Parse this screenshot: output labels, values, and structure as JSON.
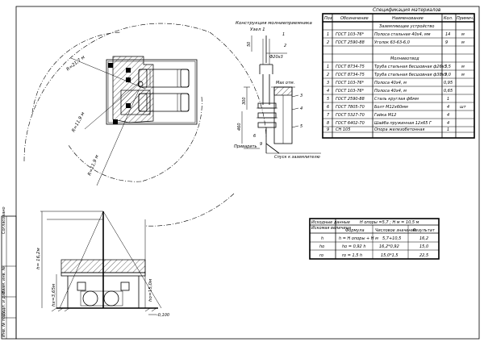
{
  "spec": {
    "title": "Спецификация материалов",
    "headers": [
      "Поз.",
      "Обозначение",
      "Наименование",
      "Кол.",
      "Примеч."
    ],
    "section1": "Заземляющее устройство",
    "rows1": [
      {
        "pos": "1",
        "code": "ГОСТ 103-76*",
        "name": "Полоса стальная 40х4, мм",
        "qty": "14",
        "note": "м"
      },
      {
        "pos": "2",
        "code": "ГОСТ 2590-88",
        "name": "Уголок 63-63-6,0",
        "qty": "9",
        "note": "м"
      }
    ],
    "section2": "Молниеотвод",
    "rows2": [
      {
        "pos": "1",
        "code": "ГОСТ 8734-75",
        "name": "Труба стальная бесшовная ф26х3",
        "qty": "5,5",
        "note": "м"
      },
      {
        "pos": "2",
        "code": "ГОСТ 8734-75",
        "name": "Труба стальная бесшовная ф38х3",
        "qty": "9,0",
        "note": "м"
      },
      {
        "pos": "3",
        "code": "ГОСТ 103-76*",
        "name": "Полоса 40х4, м",
        "qty": "0,95",
        "note": ""
      },
      {
        "pos": "4",
        "code": "ГОСТ 103-76*",
        "name": "Полоса 40х4, м",
        "qty": "0,65",
        "note": ""
      },
      {
        "pos": "5",
        "code": "ГОСТ 2590-88",
        "name": "Сталь круглая ф6мм",
        "qty": "1",
        "note": ""
      },
      {
        "pos": "6",
        "code": "ГОСТ 7805-70",
        "name": "Болт М12х60мм",
        "qty": "4",
        "note": "шт"
      },
      {
        "pos": "7",
        "code": "ГОСТ 5327-70",
        "name": "Гайка М12",
        "qty": "4",
        "note": ""
      },
      {
        "pos": "8",
        "code": "ГОСТ 6402-70",
        "name": "Шайба пружинная 12х65 Г",
        "qty": "4",
        "note": ""
      },
      {
        "pos": "9",
        "code": "СН 105",
        "name": "Опора железобетонная",
        "qty": "1",
        "note": ""
      }
    ]
  },
  "calc": {
    "header_left": "Исходные данные",
    "header_right": "H опоры =5,7 ; H м = 10,5 м",
    "col_headers": [
      "Искомая величина",
      "Формула",
      "Числовое значение",
      "Результат"
    ],
    "rows": [
      {
        "q": "h",
        "f": "h = H опоры + H м",
        "v": "5,7+10,5",
        "r": "16,2"
      },
      {
        "q": "ho",
        "f": "ho = 0,92 h",
        "v": "16,2*0,92",
        "r": "15,0"
      },
      {
        "q": "ro",
        "f": "ro = 1,5 h",
        "v": "15,0*1,5",
        "r": "22,5"
      }
    ]
  },
  "top_view": {
    "r1_label": "R=21,7 м",
    "r2_label": "R=11,9 м",
    "r3_label": "R=11,9 м"
  },
  "detail": {
    "title_line1": "Конструкция молниеприемника",
    "title_line2": "Узел 1",
    "dim_50": "50",
    "dim_300": "300",
    "dim_460": "460",
    "dim_d20": "Ф20х3",
    "label_prisvarit": "Приварить",
    "label_spusk": "Спуск к заземлителю",
    "label_max_otm": "Мах отм."
  },
  "elevation": {
    "dim_h": "h= 16,2м",
    "dim_hx": "hx=3,65м",
    "dim_ho": "ho=15,0м",
    "level": "-0,100"
  },
  "frame": {
    "stamp_texts": [
      "Взам. инв. №",
      "Подп. и дата",
      "Инв. № подл.",
      "Согласовано"
    ]
  }
}
